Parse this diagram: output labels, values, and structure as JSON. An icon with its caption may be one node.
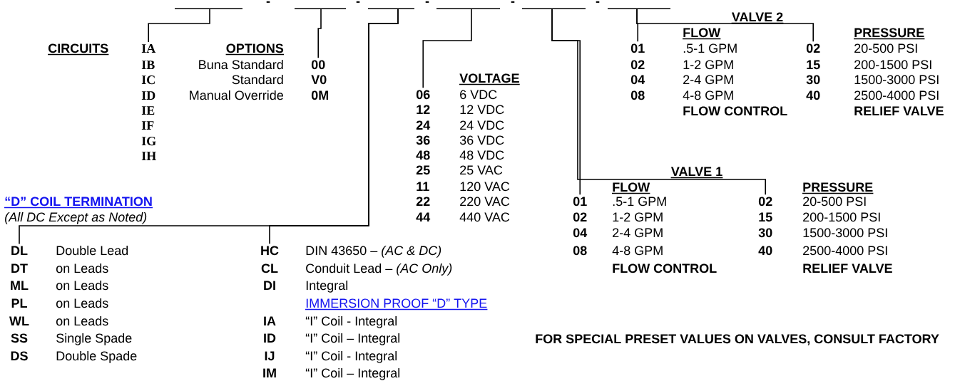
{
  "diagram": {
    "nodes": [
      {
        "text": [],
        "shape": "bar"
      },
      {
        "text": [],
        "shape": "bar"
      },
      {
        "text": [],
        "shape": "bar"
      },
      {
        "text": [],
        "shape": "bar"
      },
      {
        "text": [],
        "shape": "bar"
      },
      {
        "text": [],
        "shape": "bar"
      },
      {
        "text": [
          "IA"
        ]
      },
      {
        "text": [
          "00"
        ]
      },
      {
        "text": [
          "01"
        ]
      },
      {
        "text": [
          "02"
        ]
      },
      {
        "text": [
          "06"
        ]
      },
      {
        "text": [
          "01"
        ]
      },
      {
        "text": [
          "02"
        ]
      },
      {
        "text": [
          "DL"
        ]
      },
      {
        "text": [
          "HC"
        ]
      }
    ],
    "edges": [
      {
        "from": 0,
        "to": 6,
        "arrow": "none"
      },
      {
        "from": 1,
        "to": 7,
        "arrow": "none"
      },
      {
        "from": 5,
        "to": 8,
        "arrow": "none"
      },
      {
        "from": 5,
        "to": 9,
        "arrow": "none"
      },
      {
        "from": 3,
        "to": 10,
        "arrow": "none"
      },
      {
        "from": 4,
        "to": 11,
        "arrow": "none"
      },
      {
        "from": 4,
        "to": 12,
        "arrow": "none"
      },
      {
        "from": 2,
        "to": 13,
        "arrow": "none"
      },
      {
        "from": 2,
        "to": 14,
        "arrow": "none"
      }
    ],
    "labels": [
      "-",
      "-",
      "-",
      "-",
      "-",
      "CIRCUITS",
      "IB",
      "IC",
      "ID",
      "IE",
      "IF",
      "IG",
      "IH",
      "OPTIONS",
      "Buna Standard",
      "Standard",
      "Manual Override",
      "V0",
      "0M",
      "VALVE 2",
      "FLOW",
      "PRESSURE",
      ".5-1 GPM",
      "20-500 PSI",
      "02",
      "1-2 GPM",
      "15",
      "200-1500 PSI",
      "04",
      "2-4 GPM",
      "30",
      "1500-3000 PSI",
      "08",
      "4-8 GPM",
      "40",
      "2500-4000 PSI",
      "FLOW CONTROL",
      "RELIEF VALVE",
      "VOLTAGE",
      "6 VDC",
      "12",
      "12 VDC",
      "24",
      "24 VDC",
      "36",
      "36 VDC",
      "48",
      "48 VDC",
      "25",
      "25 VAC",
      "11",
      "120 VAC",
      "22",
      "220 VAC",
      "44",
      "440 VAC",
      "VALVE 1",
      "FLOW",
      "PRESSURE",
      ".5-1 GPM",
      "20-500 PSI",
      "02",
      "1-2 GPM",
      "15",
      "200-1500 PSI",
      "04",
      "2-4 GPM",
      "30",
      "1500-3000 PSI",
      "08",
      "4-8 GPM",
      "40",
      "2500-4000 PSI",
      "FLOW CONTROL",
      "RELIEF VALVE",
      "“D” COIL TERMINATION",
      "(All DC Except as Noted)",
      "Double Lead",
      "DT",
      "on Leads",
      "ML",
      "on Leads",
      "PL",
      "on Leads",
      "WL",
      "on Leads",
      "SS",
      "Single Spade",
      "DS",
      "Double Spade",
      "DIN 43650 – *(AC & DC)*",
      "CL",
      "Conduit Lead – *(AC Only)*",
      "DI",
      "Integral",
      "IMMERSION PROOF “D” TYPE",
      "IA",
      "“I” Coil - Integral",
      "ID",
      "“I” Coil – Integral",
      "IJ",
      "“I” Coil - Integral",
      "IM",
      "“I” Coil – Integral",
      "FOR SPECIAL PRESET VALUES ON VALVES, CONSULT FACTORY"
    ]
  }
}
